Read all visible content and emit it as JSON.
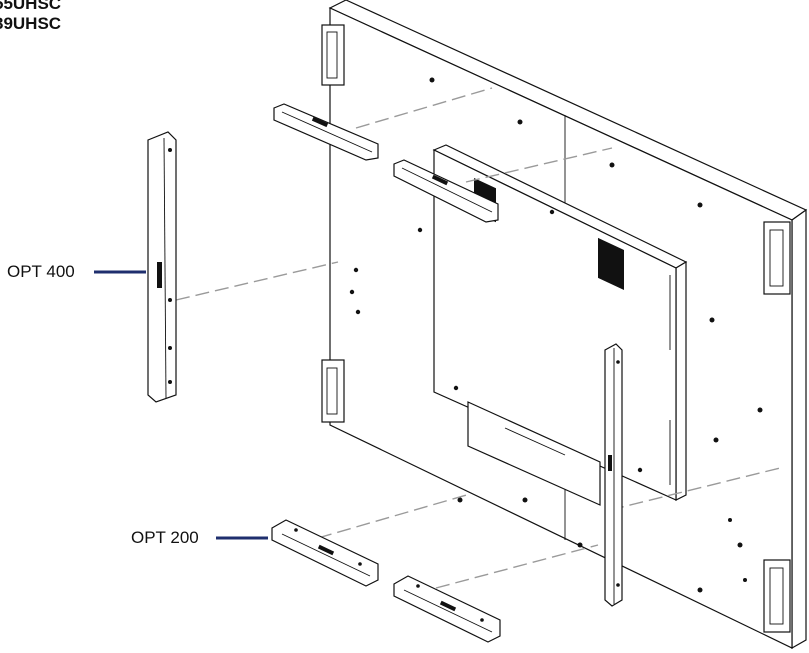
{
  "models": [
    "55UHSC",
    "39UHSC"
  ],
  "callouts": {
    "opt400": "OPT 400",
    "opt200": "OPT 200"
  },
  "colors": {
    "line": "#111111",
    "dashed_guide": "#9a9a9a",
    "leader": "#1f2f6e"
  }
}
